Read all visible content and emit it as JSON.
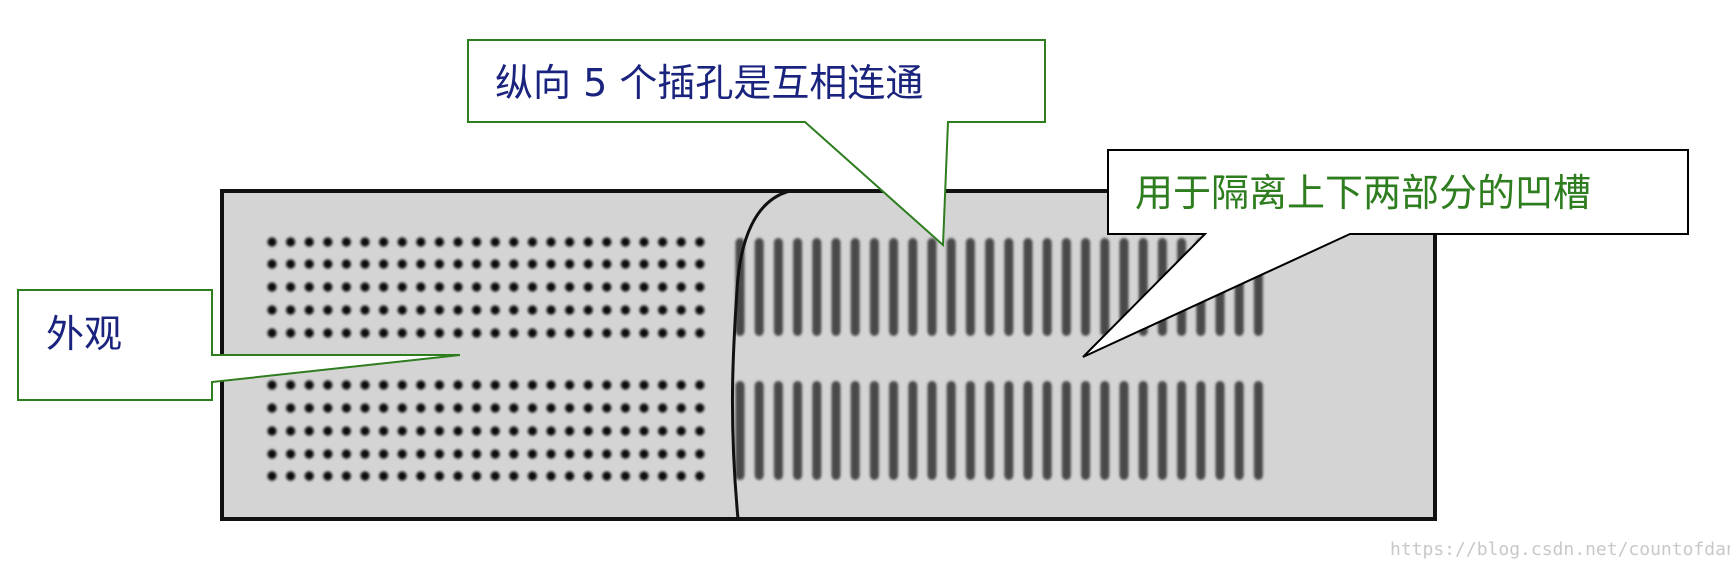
{
  "callouts": {
    "appearance": {
      "label": "外观",
      "text_color": "#1a237e",
      "border_color": "#2e7d1f"
    },
    "vertical": {
      "label": "纵向 5 个插孔是互相连通",
      "text_color": "#1a237e",
      "border_color": "#2e7d1f"
    },
    "groove": {
      "label": "用于隔离上下两部分的凹槽",
      "text_color": "#2e7d1f",
      "border_color": "#000000"
    }
  },
  "watermark": "https://blog.csdn.net/countofdane",
  "board": {
    "fill_color": "#d4d4d4",
    "border_color": "#111111",
    "hole_color": "#111111",
    "strip_color": "#4a4a4a"
  }
}
